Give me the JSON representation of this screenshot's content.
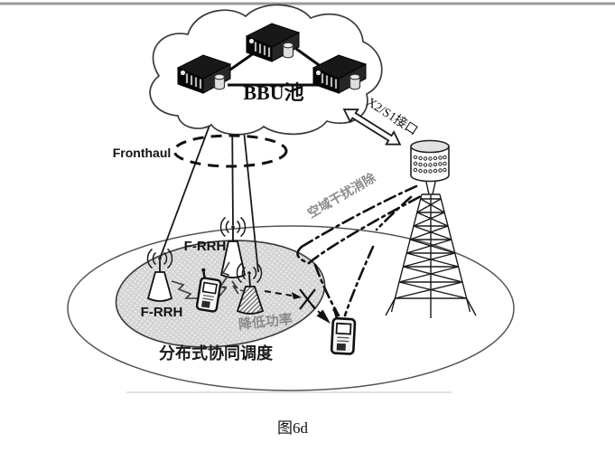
{
  "figure": {
    "caption": "图6d",
    "labels": {
      "bbu_pool": "BBU池",
      "fronthaul": "Fronthaul",
      "x2_s1_interface": "X2/S1接口",
      "spatial_interference_cancellation": "空域干扰消除",
      "f_rrh_center": "F-RRH",
      "f_rrh_left": "F-RRH",
      "reduce_power": "降低功率",
      "distributed_scheduling": "分布式协同调度"
    },
    "colors": {
      "line": "#1a1a1a",
      "gray_text": "#8a8a8a",
      "shaded_cell": "#d4d4d4",
      "top_rule": "#9a9a9a"
    }
  }
}
